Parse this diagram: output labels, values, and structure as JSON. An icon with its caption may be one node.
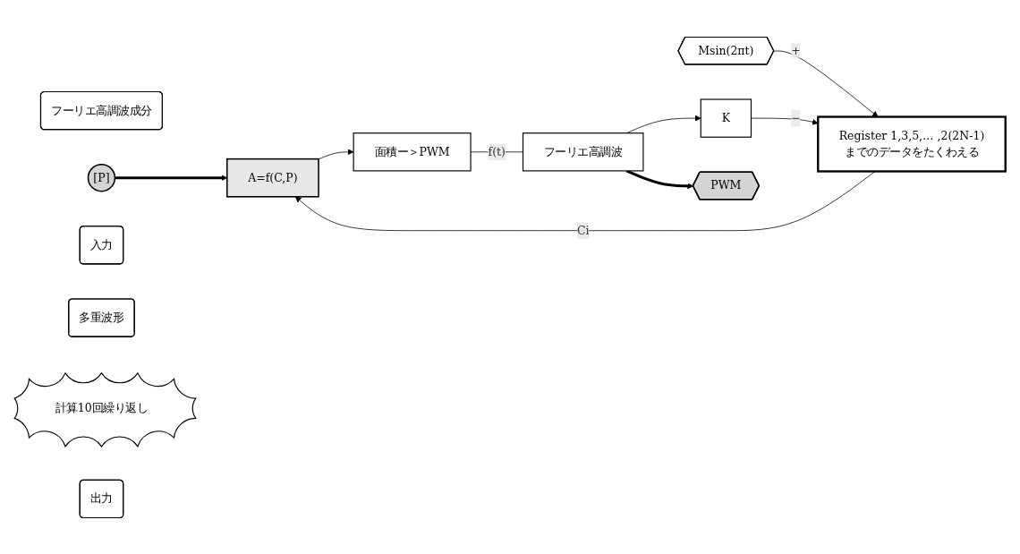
{
  "diagram": {
    "nodes": [
      {
        "text": [
          "フーリエ高調波成分"
        ]
      },
      {
        "text": [
          "[P]"
        ]
      },
      {
        "text": [
          "入力"
        ]
      },
      {
        "text": [
          "Msin(2πt)"
        ]
      },
      {
        "text": [
          "Register 1,3,5,… ,2(2N-1)",
          "までのデータをたくわえる"
        ]
      },
      {
        "text": [
          "A=f(C,P)"
        ]
      },
      {
        "text": [
          "K"
        ]
      },
      {
        "text": [
          "面積ー＞PWM"
        ]
      },
      {
        "text": [
          "フーリエ高調波"
        ]
      },
      {
        "text": [
          "多重波形"
        ]
      },
      {
        "text": [
          "PWM"
        ]
      },
      {
        "text": [
          "計算10回繰り返し"
        ]
      },
      {
        "text": [
          "出力"
        ]
      }
    ],
    "edges": [
      {
        "from": 3,
        "to": 4,
        "arrow": "to",
        "label": "+"
      },
      {
        "from": 6,
        "to": 4,
        "arrow": "to",
        "label": "−"
      },
      {
        "from": 4,
        "to": 5,
        "arrow": "to",
        "label": "Ci"
      },
      {
        "from": 1,
        "to": 5,
        "arrow": "to",
        "style": "thick"
      },
      {
        "from": 5,
        "to": 7,
        "arrow": "to"
      },
      {
        "from": 7,
        "to": 8,
        "arrow": "none",
        "label": "f(t)"
      },
      {
        "from": 8,
        "to": 6,
        "arrow": "to"
      },
      {
        "from": 8,
        "to": 10,
        "arrow": "to",
        "style": "thick"
      }
    ]
  }
}
